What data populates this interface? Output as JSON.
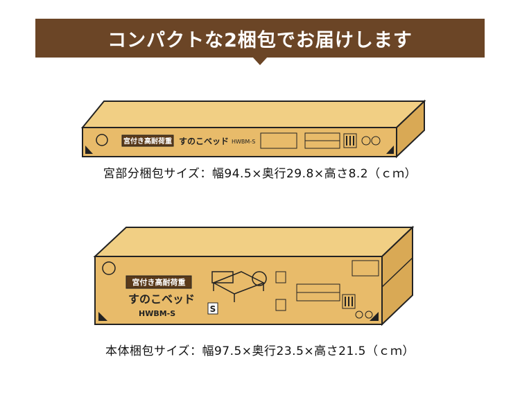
{
  "banner": {
    "title": "コンパクトな2梱包でお届けします"
  },
  "colors": {
    "banner": "#6b4526",
    "box": "#e8bb6a",
    "box_top": "#f1cf84",
    "box_side": "#d9a955"
  },
  "box1": {
    "label_tag": "宮付き高耐荷重",
    "product": "すのこベッド",
    "model": "HWBM-S",
    "caption": "宮部分梱包サイズ：幅94.5×奥行29.8×高さ8.2（ｃｍ）"
  },
  "box2": {
    "label_tag": "宮付き高耐荷重",
    "product": "すのこベッド",
    "model": "HWBM-S",
    "size_mark": "S",
    "caption": "本体梱包サイズ：幅97.5×奥行23.5×高さ21.5（ｃｍ）"
  }
}
